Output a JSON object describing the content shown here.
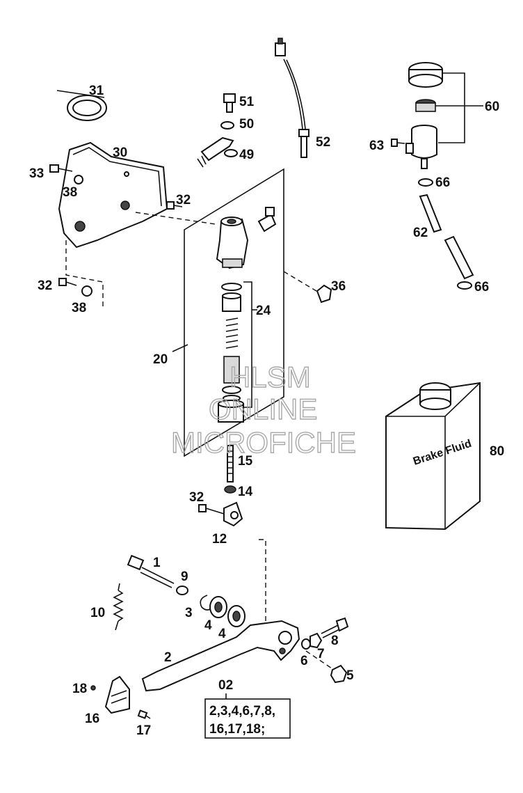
{
  "labels": {
    "p1": "1",
    "p2": "2",
    "p3": "3",
    "p4a": "4",
    "p4b": "4",
    "p5": "5",
    "p6": "6",
    "p7": "7",
    "p8": "8",
    "p9": "9",
    "p10": "10",
    "p12": "12",
    "p14": "14",
    "p15": "15",
    "p16": "16",
    "p17": "17",
    "p18": "18",
    "p20": "20",
    "p24": "24",
    "p30": "30",
    "p31": "31",
    "p32a": "32",
    "p32b": "32",
    "p32c": "32",
    "p33": "33",
    "p36": "36",
    "p38a": "38",
    "p38b": "38",
    "p49": "49",
    "p50": "50",
    "p51": "51",
    "p52": "52",
    "p60": "60",
    "p62": "62",
    "p63": "63",
    "p66a": "66",
    "p66b": "66",
    "p80": "80"
  },
  "kit": {
    "number": "02",
    "line1": "2,3,4,6,7,8,",
    "line2": "16,17,18;"
  },
  "brake_fluid_label": "Brake Fluid",
  "watermark": {
    "line1": "HLSM",
    "line2": "ONLINE",
    "line3": "MICROFICHE"
  }
}
